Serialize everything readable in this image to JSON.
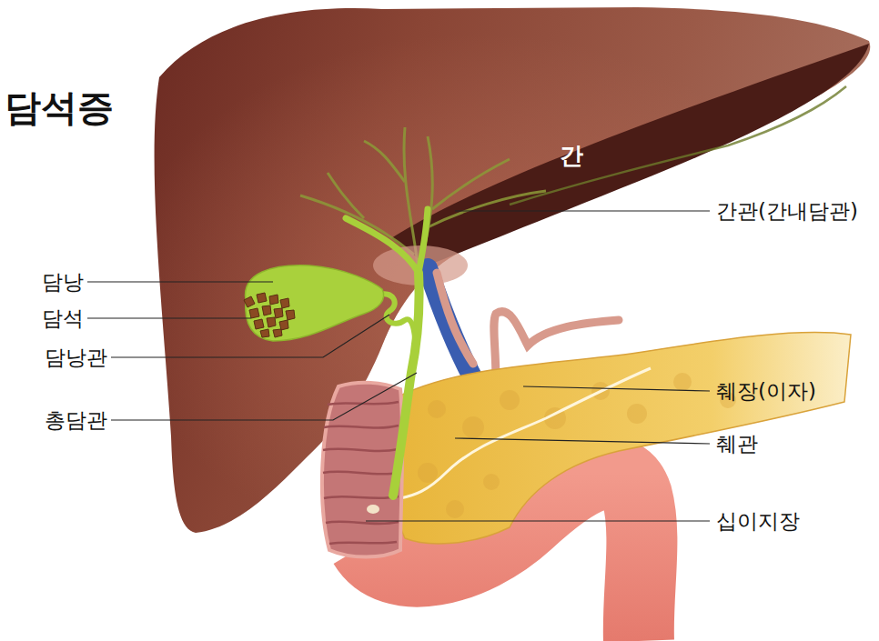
{
  "diagram": {
    "title": "담석증",
    "labels": [
      "간",
      "간관(간내담관)",
      "담낭",
      "담석",
      "담낭관",
      "총담관",
      "췌장(이자)",
      "췌관",
      "십이지장"
    ]
  }
}
